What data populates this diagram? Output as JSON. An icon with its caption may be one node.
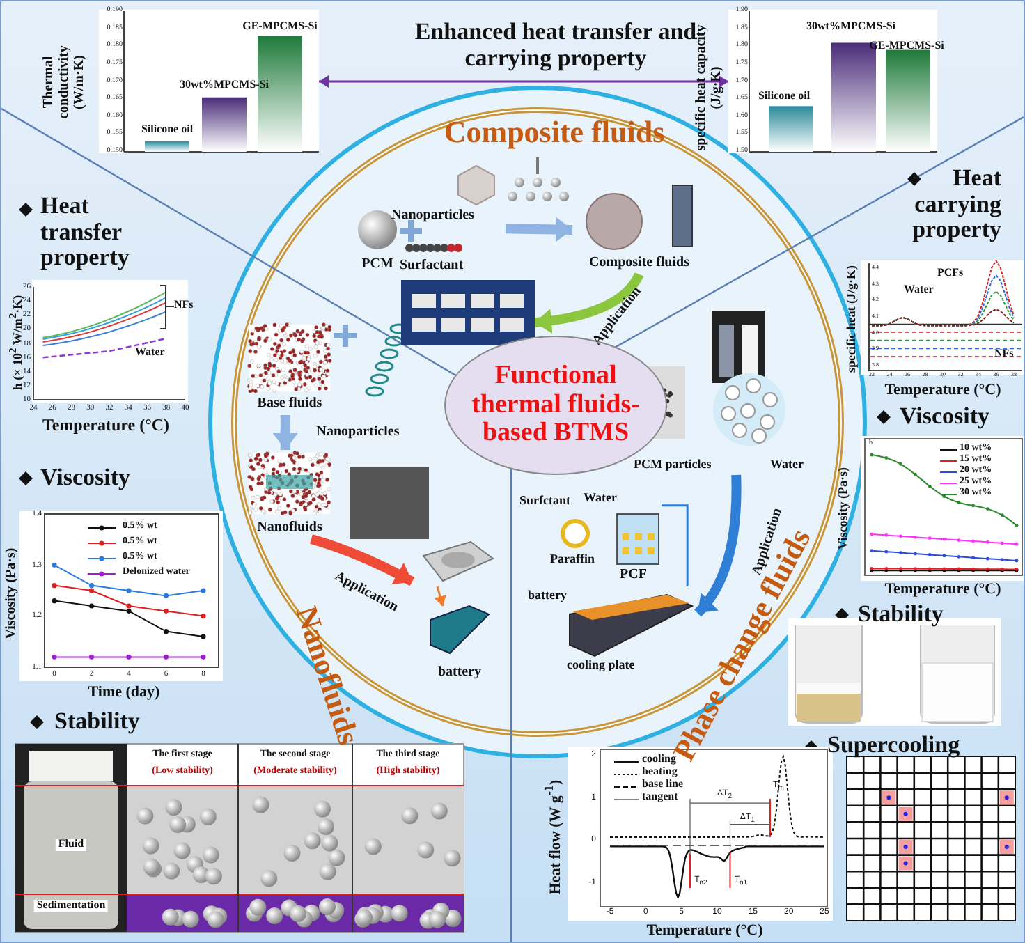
{
  "diagram": {
    "title": "Enhanced heat  transfer and carrying property",
    "nodes": [
      {
        "text": [],
        "shape": "picture"
      },
      {
        "text": [],
        "shape": "picture"
      },
      {
        "text": [
          "Functional thermal fluids-based BTMS"
        ]
      },
      {
        "text": [
          "PCM"
        ]
      },
      {
        "text": [
          "Nanoparticles"
        ]
      },
      {
        "text": [
          "Surfactant"
        ]
      },
      {
        "text": [
          "Composite fluids"
        ]
      },
      {
        "text": [],
        "shape": "picture"
      },
      {
        "text": [
          "Base fluids"
        ]
      },
      {
        "text": [
          "Nanofluids"
        ]
      },
      {
        "text": [],
        "shape": "picture"
      },
      {
        "text": [
          "battery"
        ]
      },
      {
        "text": [
          "PCM particles",
          "Water"
        ]
      },
      {
        "text": [
          "Surfctant",
          "Water",
          "Paraffin",
          "PCF"
        ]
      },
      {
        "text": [
          "battery",
          "cooling plate"
        ]
      }
    ],
    "edges": [
      {
        "from": 0,
        "to": 1,
        "arrow": "both",
        "color": "#7030a0"
      },
      {
        "from": 4,
        "to": 6,
        "arrow": "to"
      },
      {
        "from": 6,
        "to": 7,
        "arrow": "to",
        "label": "Application",
        "color": "#8cc63f"
      },
      {
        "from": 8,
        "to": 9,
        "arrow": "to",
        "label": "Nanoparticles"
      },
      {
        "from": 9,
        "to": 10,
        "arrow": "to",
        "label": "Application",
        "color": "#ef4b36"
      },
      {
        "from": 10,
        "to": 11,
        "arrow": "to",
        "color": "#f07a28"
      },
      {
        "from": 12,
        "to": 14,
        "arrow": "to",
        "label": "Application",
        "color": "#2f7fd6"
      },
      {
        "from": 13,
        "to": 14,
        "arrow": "none",
        "color": "#2f7fd6"
      }
    ],
    "labels": [
      "Composite fluids",
      "Nanofluids",
      "Phase change fluids",
      "Thermal conductivity (W/m·K)",
      "0.150",
      "0.155",
      "0.160",
      "0.165",
      "0.170",
      "0.175",
      "0.180",
      "0.185",
      "0.190",
      "Silicone oil",
      "30wt%MPCMS-Si",
      "GE-MPCMS-Si",
      "specific heat capacity (J/g·K)",
      "1.50",
      "1.55",
      "1.60",
      "1.65",
      "1.70",
      "1.75",
      "1.80",
      "1.85",
      "1.90",
      "Silicone oil",
      "30wt%MPCMS-Si",
      "GE-MPCMS-Si",
      "Heat transfer property",
      "h (× 10$^{2}$ W/m$^{2}$·K)",
      "10",
      "12",
      "14",
      "16",
      "18",
      "20",
      "22",
      "24",
      "26",
      "24",
      "26",
      "28",
      "30",
      "32",
      "34",
      "36",
      "38",
      "40",
      "NFs",
      "Water",
      "Temperature (°C)",
      "Viscosity",
      "Viscosity (Pa·s)",
      "1.1",
      "1.2",
      "1.3",
      "1.4",
      "0",
      "2",
      "4",
      "6",
      "8",
      "0.5% wt",
      "0.5% wt",
      "0.5% wt",
      "Delonized water",
      "Time (day)",
      "Stability",
      "Fluid",
      "Sedimentation",
      "The first stage",
      "(Low stability)",
      "The second stage",
      "(Moderate stability)",
      "The third stage",
      "(High stability)",
      "Heat carrying property",
      "specific heat (J/g·K)",
      "3.8",
      "3.9",
      "4.0",
      "4.1",
      "4.2",
      "4.3",
      "4.4",
      "22",
      "24",
      "26",
      "28",
      "30",
      "32",
      "34",
      "36",
      "38",
      "PCFs",
      "Water",
      "NFs",
      "Temperature (°C)",
      "Viscosity",
      "b",
      "Viscosity (Pa·s)",
      "10 wt%",
      "15 wt%",
      "20 wt%",
      "25 wt%",
      "30 wt%",
      "Temperature (°C)",
      "Stability",
      "Supercooling",
      "Heat flow  (W g$^{-1}$)",
      "-1",
      "0",
      "1",
      "2",
      "-5",
      "0",
      "5",
      "10",
      "15",
      "20",
      "25",
      "cooling",
      "heating",
      "base line",
      "tangent",
      "ΔT$_{2}$",
      "ΔT$_{1}$",
      "T$_{m}$",
      "T$_{n2}$",
      "T$_{n1}$",
      "Temperature (°C)"
    ]
  }
}
